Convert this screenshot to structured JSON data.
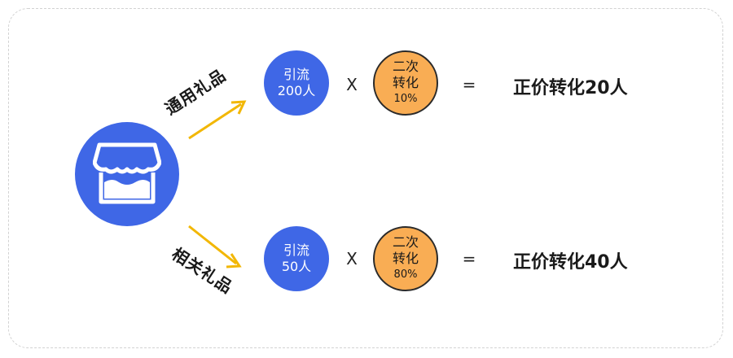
{
  "store": {
    "icon": "storefront-icon",
    "color": "#3f67e6"
  },
  "arrow_color": "#f2b705",
  "branches": [
    {
      "label": "通用礼品",
      "traffic": {
        "line1": "引流",
        "line2": "200人"
      },
      "operator_times": "X",
      "conversion": {
        "line1": "二次",
        "line2": "转化",
        "line3": "10%"
      },
      "operator_equals": "=",
      "result": "正价转化20人"
    },
    {
      "label": "相关礼品",
      "traffic": {
        "line1": "引流",
        "line2": "50人"
      },
      "operator_times": "X",
      "conversion": {
        "line1": "二次",
        "line2": "转化",
        "line3": "80%"
      },
      "operator_equals": "=",
      "result": "正价转化40人"
    }
  ],
  "colors": {
    "traffic_circle": "#3f67e6",
    "conversion_circle": "#f9ad54"
  }
}
